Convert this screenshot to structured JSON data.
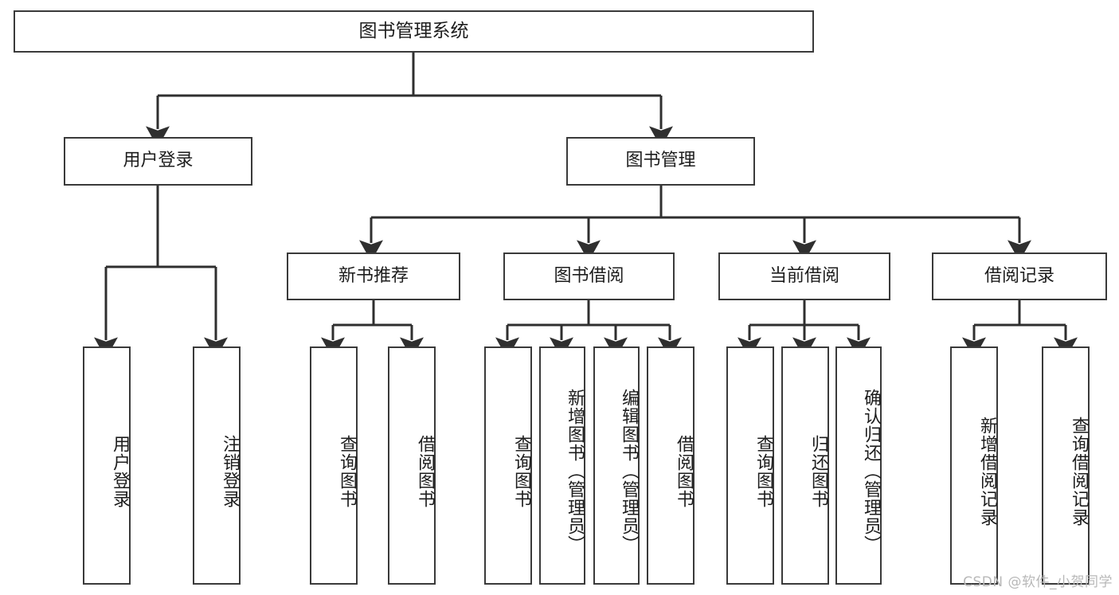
{
  "diagram": {
    "title": "图书管理系统",
    "type": "tree-hierarchy",
    "root": {
      "id": "root",
      "label": "图书管理系统"
    },
    "level1": [
      {
        "id": "user-login",
        "label": "用户登录"
      },
      {
        "id": "book-manage",
        "label": "图书管理"
      }
    ],
    "level2": [
      {
        "id": "new-book-rec",
        "label": "新书推荐",
        "parent": "book-manage"
      },
      {
        "id": "book-borrow",
        "label": "图书借阅",
        "parent": "book-manage"
      },
      {
        "id": "current-borrow",
        "label": "当前借阅",
        "parent": "book-manage"
      },
      {
        "id": "borrow-record",
        "label": "借阅记录",
        "parent": "book-manage"
      }
    ],
    "leaves": [
      {
        "id": "leaf-user-login",
        "label": "用户登录",
        "parent": "user-login"
      },
      {
        "id": "leaf-logout",
        "label": "注销登录",
        "parent": "user-login"
      },
      {
        "id": "leaf-query-book-1",
        "label": "查询图书",
        "parent": "new-book-rec"
      },
      {
        "id": "leaf-borrow-book-1",
        "label": "借阅图书",
        "parent": "new-book-rec"
      },
      {
        "id": "leaf-query-book-2",
        "label": "查询图书",
        "parent": "book-borrow"
      },
      {
        "id": "leaf-add-book",
        "label": "新增图书（管理员）",
        "parent": "book-borrow"
      },
      {
        "id": "leaf-edit-book",
        "label": "编辑图书（管理员）",
        "parent": "book-borrow"
      },
      {
        "id": "leaf-borrow-book-2",
        "label": "借阅图书",
        "parent": "book-borrow"
      },
      {
        "id": "leaf-query-book-3",
        "label": "查询图书",
        "parent": "current-borrow"
      },
      {
        "id": "leaf-return-book",
        "label": "归还图书",
        "parent": "current-borrow"
      },
      {
        "id": "leaf-confirm-return",
        "label": "确认归还（管理员）",
        "parent": "current-borrow"
      },
      {
        "id": "leaf-add-record",
        "label": "新增借阅记录",
        "parent": "borrow-record"
      },
      {
        "id": "leaf-query-record",
        "label": "查询借阅记录",
        "parent": "borrow-record"
      }
    ],
    "colors": {
      "box_border": "#3a3a3a",
      "box_fill": "#ffffff",
      "edge": "#2f2f2f",
      "text": "#1d1d1d",
      "watermark": "#b8b8b8"
    }
  },
  "watermark": {
    "text": "CSDN @软件_小贺同学"
  }
}
